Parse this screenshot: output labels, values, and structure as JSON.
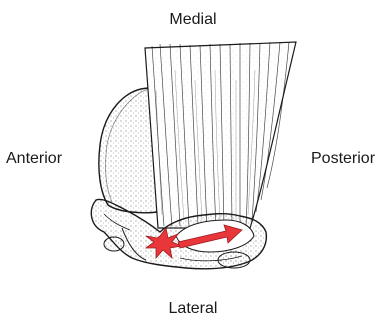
{
  "labels": {
    "top": "Medial",
    "bottom": "Lateral",
    "left": "Anterior",
    "right": "Posterior"
  },
  "illustration": {
    "subject": "knee-anatomy",
    "indicator_color": "#e8363a",
    "line_color": "#1a1a1a"
  }
}
